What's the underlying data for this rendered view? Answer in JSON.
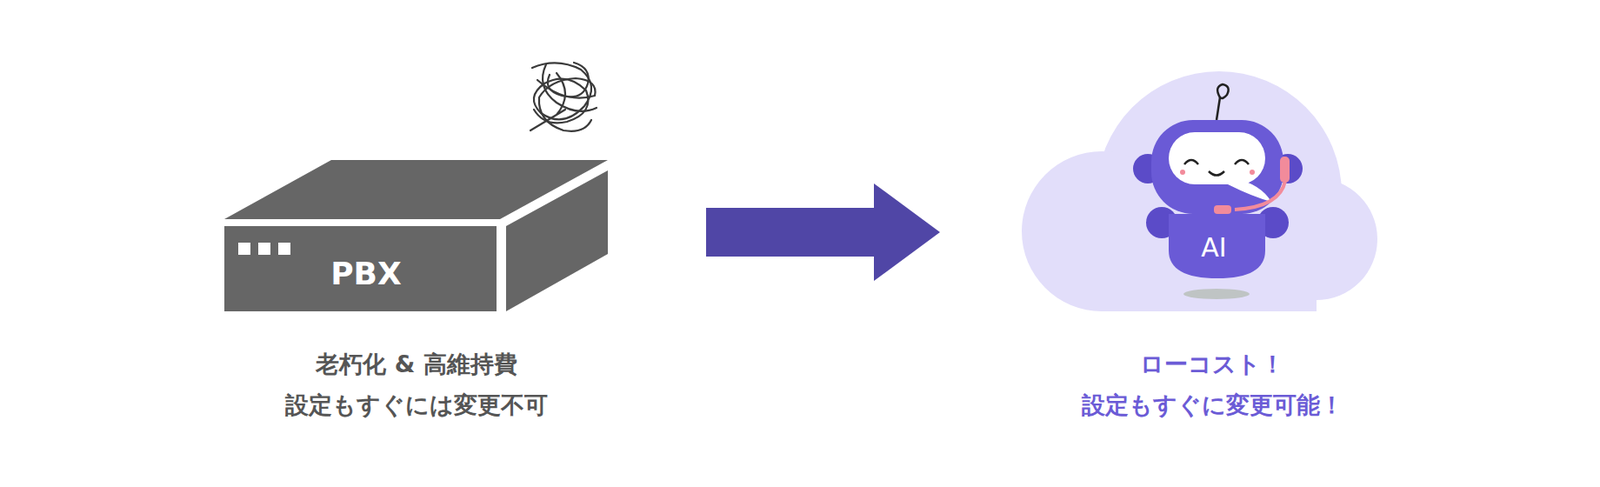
{
  "diagram": {
    "nodes": [
      {
        "text": [
          "PBX"
        ]
      },
      {
        "text": [
          "AI"
        ]
      }
    ],
    "edges": [
      {
        "from": 0,
        "to": 1,
        "arrow": "to"
      }
    ],
    "labels": [
      "老朽化 & 高維持費",
      "設定もすぐには変更不可",
      "ローコスト！",
      "設定もすぐに変更可能！"
    ]
  }
}
